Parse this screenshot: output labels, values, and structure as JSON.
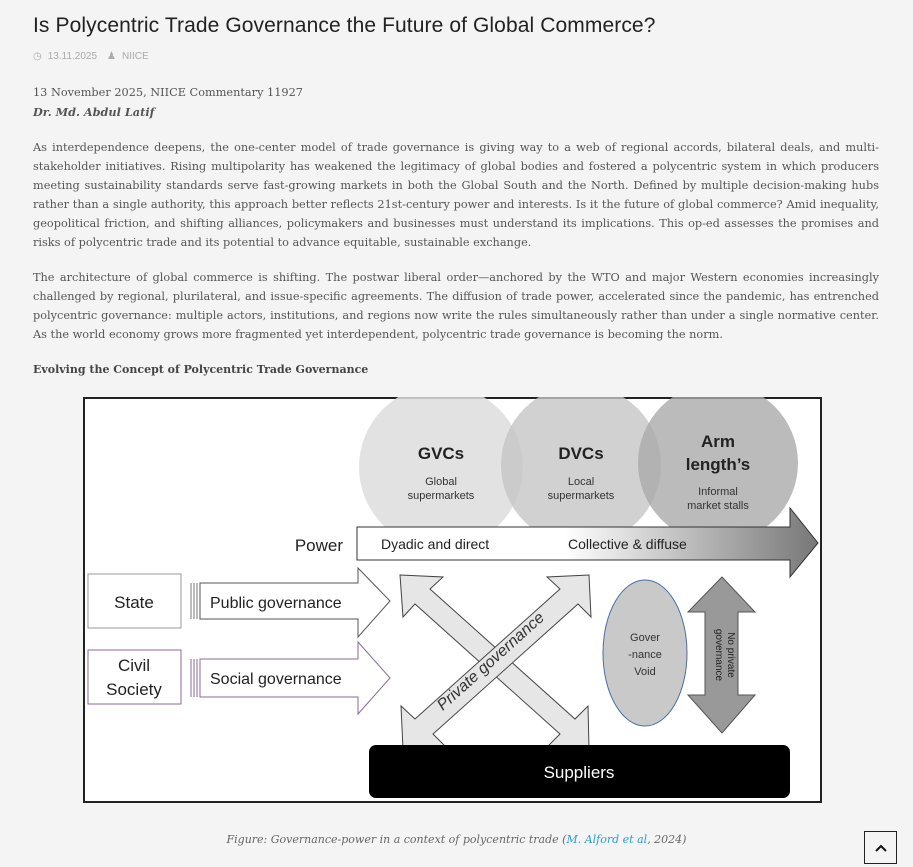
{
  "article": {
    "title": "Is Polycentric Trade Governance the Future of Global Commerce?",
    "meta_date": "13.11.2025",
    "meta_author": "NIICE",
    "dateline": "13 November 2025, NIICE Commentary 11927",
    "author": "Dr. Md. Abdul Latif",
    "paragraphs": [
      "As interdependence deepens, the one-center model of trade governance is giving way to a web of regional accords, bilateral deals, and multi-stakeholder initiatives. Rising multipolarity has weakened the legitimacy of global bodies and fostered a polycentric system in which producers meeting sustainability standards serve fast-growing markets in both the Global South and the North. Defined by multiple decision-making hubs rather than a single authority, this approach better reflects 21st-century power and interests. Is it the future of global commerce? Amid inequality, geopolitical friction, and shifting alliances, policymakers and businesses must understand its implications. This op-ed assesses the promises and risks of polycentric trade and its potential to advance equitable, sustainable exchange.",
      "The architecture of global commerce is shifting. The postwar liberal order—anchored by the WTO and major Western economies increasingly challenged by regional, plurilateral, and issue-specific agreements. The diffusion of trade power, accelerated since the pandemic, has entrenched polycentric governance: multiple actors, institutions, and regions now write the rules simultaneously rather than under a single normative center. As the world economy grows more fragmented yet interdependent, polycentric trade governance is becoming the norm."
    ],
    "subheading": "Evolving the Concept of Polycentric Trade Governance"
  },
  "figure": {
    "gvcs": "GVCs",
    "gvcs_sub1": "Global",
    "gvcs_sub2": "supermarkets",
    "dvcs": "DVCs",
    "dvcs_sub1": "Local",
    "dvcs_sub2": "supermarkets",
    "arm1": "Arm",
    "arm2": "length’s",
    "arm_sub1": "Informal",
    "arm_sub2": "market stalls",
    "power": "Power",
    "dyadic": "Dyadic and direct",
    "collective": "Collective & diffuse",
    "state": "State",
    "civil1": "Civil",
    "civil2": "Society",
    "public_gov": "Public governance",
    "social_gov": "Social governance",
    "private_gov": "Private governance",
    "void1": "Gover",
    "void2": "-nance",
    "void3": "Void",
    "no_private1": "No private",
    "no_private2": "governance",
    "suppliers": "Suppliers"
  },
  "caption": {
    "prefix": "Figure: Governance-power in a context of polycentric trade (",
    "link": "M. Alford et al",
    "suffix": ", 2024)"
  },
  "icons": {
    "date": "clock-icon",
    "author": "user-icon",
    "back_to_top": "chevron-up-icon"
  }
}
